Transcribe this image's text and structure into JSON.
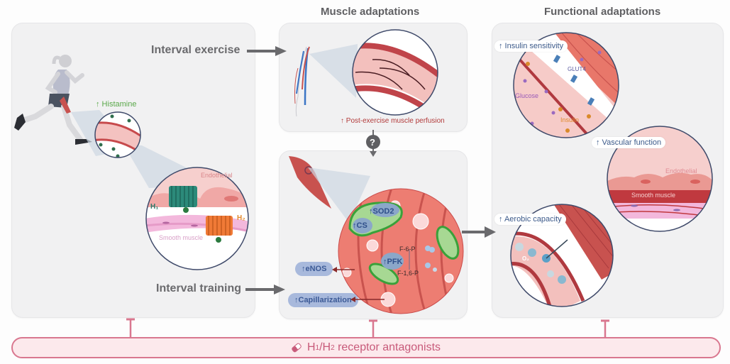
{
  "sections": {
    "muscle_title": "Muscle adaptations",
    "functional_title": "Functional adaptations"
  },
  "left_panel": {
    "histamine_label": "↑ Histamine",
    "endothelial_label": "Endothelial",
    "smooth_muscle_label": "Smooth muscle",
    "h1_label": "H₁",
    "h2_label": "H₂"
  },
  "flow": {
    "interval_exercise": "Interval exercise",
    "interval_training": "Interval training",
    "question_mark": "?"
  },
  "muscle_panel": {
    "perfusion_label": "↑ Post-exercise muscle perfusion",
    "sod2": "↑SOD2",
    "cs": "↑CS",
    "pfk": "↑PFK",
    "f6p": "F-6-P",
    "f16p": "F-1,6-P",
    "enos": "↑eNOS",
    "capillarization": "↑Capillarization"
  },
  "functional_panel": {
    "insulin_sensitivity": "↑ Insulin sensitivity",
    "glut4": "GLUT4",
    "glucose": "Glucose",
    "insulin": "Insulin",
    "vascular_function": "↑ Vascular function",
    "endothelial": "Endothelial",
    "smooth_muscle": "Smooth muscle",
    "aerobic_capacity": "↑ Aerobic capacity",
    "o2": "O₂"
  },
  "antagonist": {
    "h1": "H",
    "sub1": "1",
    "slash": "/H",
    "sub2": "2",
    "rest": " receptor antagonists",
    "icon": "pill-icon"
  },
  "colors": {
    "inhibition": "#d9778f",
    "pill_blue": "#a8b9dc",
    "tissue_red": "#e8776a",
    "histamine_green": "#5aa84a"
  }
}
